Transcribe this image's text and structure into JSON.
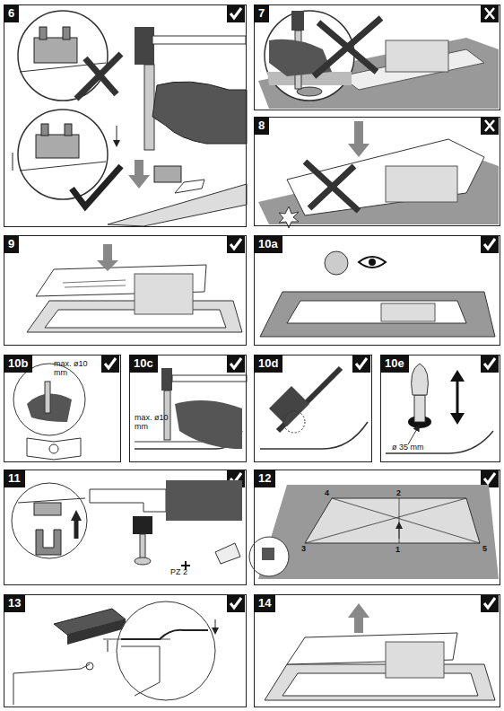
{
  "diagram": {
    "nodes": [
      {
        "text": [
          "6"
        ]
      },
      {
        "text": [
          "7"
        ]
      },
      {
        "text": [
          "8"
        ]
      },
      {
        "text": [
          "9"
        ]
      },
      {
        "text": [
          "10a"
        ]
      },
      {
        "text": [
          "10b"
        ]
      },
      {
        "text": [
          "10c"
        ]
      },
      {
        "text": [
          "10d"
        ]
      },
      {
        "text": [
          "10e"
        ]
      },
      {
        "text": [
          "11"
        ]
      },
      {
        "text": [
          "12"
        ]
      },
      {
        "text": [
          "13"
        ]
      },
      {
        "text": [
          "14"
        ]
      }
    ],
    "labels": [
      "max. ø10 mm",
      "max. ø10 mm",
      "ø 35 mm",
      "PZ 2",
      "4",
      "2",
      "3",
      "1",
      "5"
    ]
  }
}
